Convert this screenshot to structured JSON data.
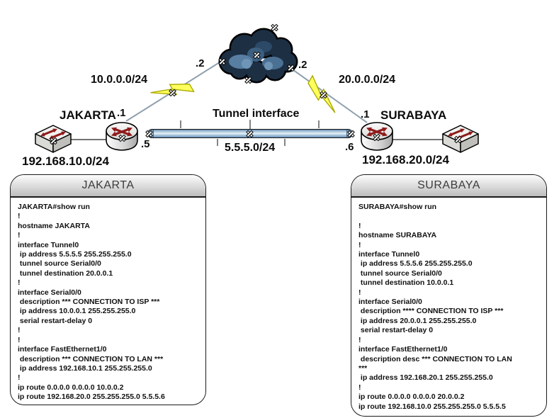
{
  "topology": {
    "isp_cloud": {
      "left_ip": ".2",
      "right_ip": ".2"
    },
    "links": {
      "jakarta_wan_network": "10.0.0.0/24",
      "surabaya_wan_network": "20.0.0.0/24",
      "tunnel_label": "Tunnel interface",
      "tunnel_network": "5.5.5.0/24",
      "tunnel_jakarta_ip": ".5",
      "tunnel_surabaya_ip": ".6"
    },
    "routers": [
      {
        "name": "JAKARTA",
        "serial_ip": ".1",
        "lan_network": "192.168.10.0/24"
      },
      {
        "name": "SURABAYA",
        "serial_ip": ".1",
        "lan_network": "192.168.20.0/24"
      }
    ]
  },
  "config_panels": [
    {
      "title": "JAKARTA",
      "config": "JAKARTA#show run\n!\nhostname JAKARTA\n!\ninterface Tunnel0\n ip address 5.5.5.5 255.255.255.0\n tunnel source Serial0/0\n tunnel destination 20.0.0.1\n!\ninterface Serial0/0\n description *** CONNECTION TO ISP ***\n ip address 10.0.0.1 255.255.255.0\n serial restart-delay 0\n!\n!\ninterface FastEthernet1/0\n description *** CONNECTION TO LAN ***\n ip address 192.168.10.1 255.255.255.0\n!\nip route 0.0.0.0 0.0.0.0 10.0.0.2\nip route 192.168.20.0 255.255.255.0 5.5.5.6"
    },
    {
      "title": "SURABAYA",
      "config": "SURABAYA#show run\n\n!\nhostname SURABAYA\n!\ninterface Tunnel0\n ip address 5.5.5.6 255.255.255.0\n tunnel source Serial0/0\n tunnel destination 10.0.0.1\n!\ninterface Serial0/0\n description **** CONNECTION TO ISP ***\n ip address 20.0.0.1 255.255.255.0\n serial restart-delay 0\n!\ninterface FastEthernet1/0\n description desc *** CONNECTION TO LAN\n***\n ip address 192.168.20.1 255.255.255.0\n!\nip route 0.0.0.0 0.0.0.0 20.0.0.2\nip route 192.168.10.0 255.255.255.0 5.5.5.5"
    }
  ],
  "colors": {
    "lightning": "#ffff5c",
    "pipe_blue": "#6a92ba",
    "cloud_dark": "#1d2f43",
    "arrow_red": "#8f1b1b"
  }
}
